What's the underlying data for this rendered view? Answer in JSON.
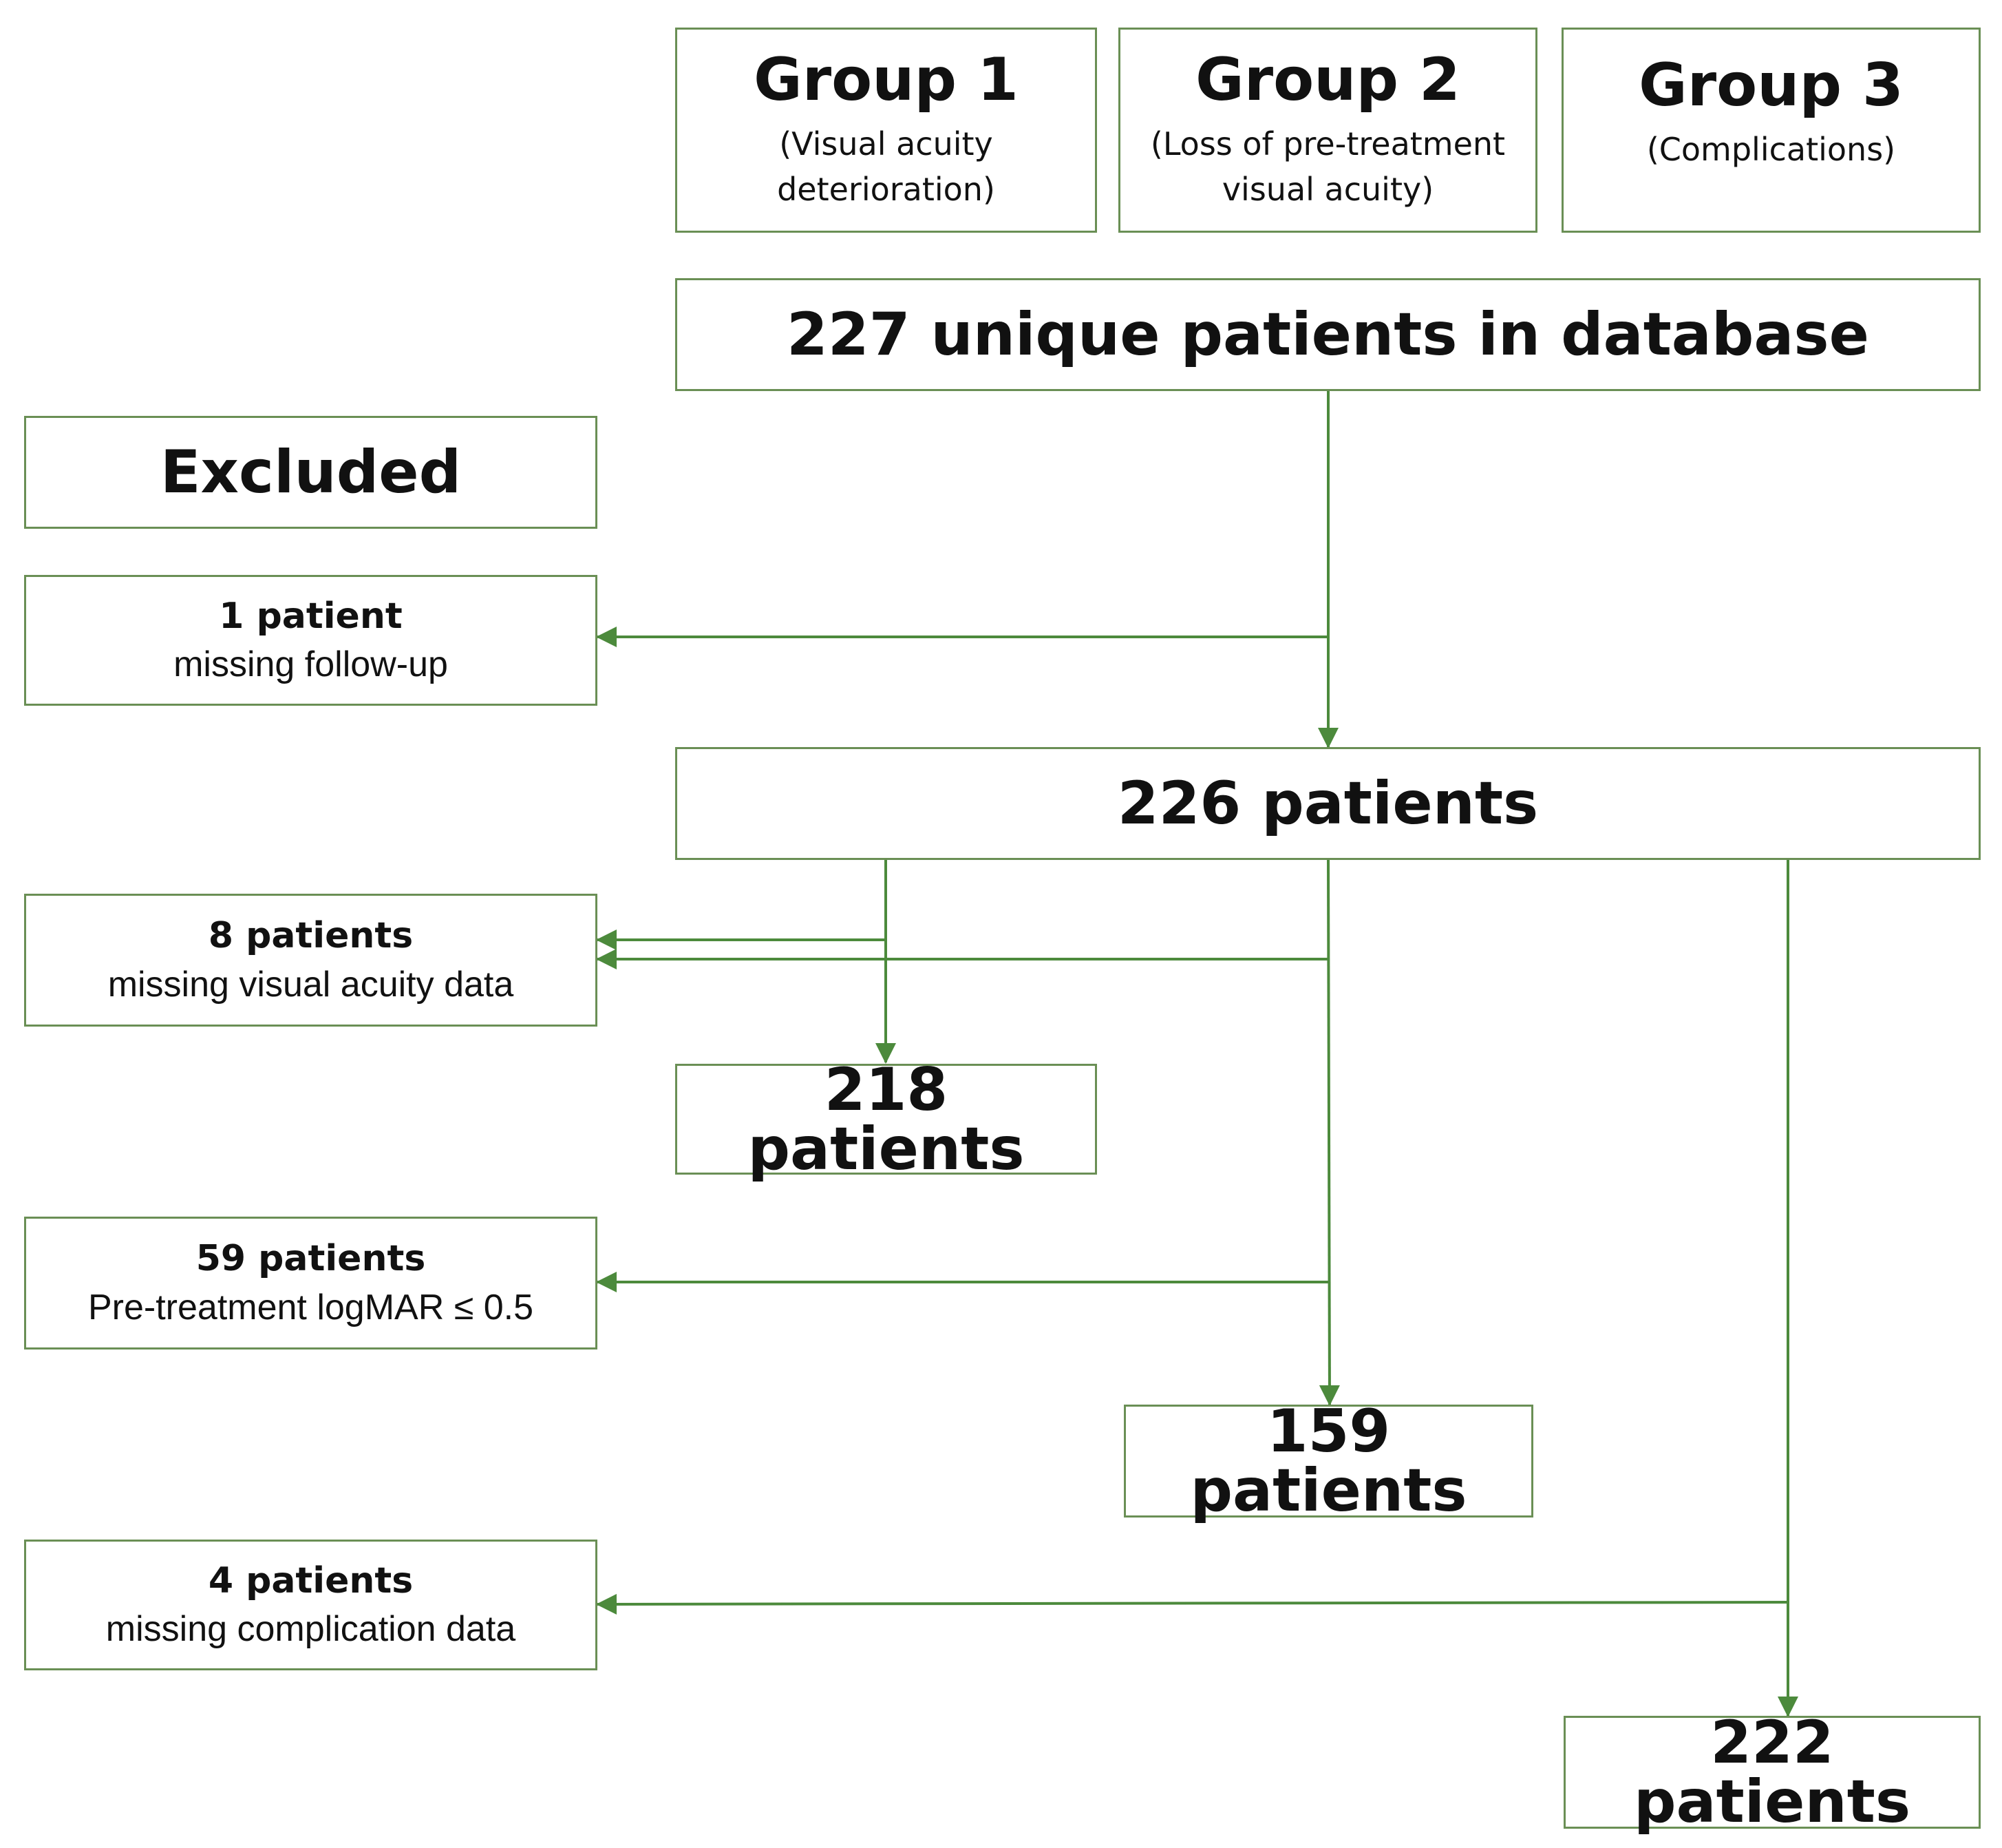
{
  "groups": [
    {
      "title": "Group 1",
      "subtitle": "(Visual acuity deterioration)"
    },
    {
      "title": "Group 2",
      "subtitle": "(Loss of pre-treatment visual acuity)"
    },
    {
      "title": "Group 3",
      "subtitle": "(Complications)"
    }
  ],
  "nodes": {
    "start": "227 unique patients in database",
    "after_followup": "226 patients",
    "group1_final": "218 patients",
    "group2_final": "159 patients",
    "group3_final": "222 patients"
  },
  "excluded": {
    "title": "Excluded",
    "items": [
      {
        "count": "1 patient",
        "reason": "missing follow-up"
      },
      {
        "count": "8 patients",
        "reason": "missing visual acuity data"
      },
      {
        "count": "59 patients",
        "reason": "Pre-treatment logMAR ≤ 0.5"
      },
      {
        "count": "4 patients",
        "reason": "missing complication data"
      }
    ]
  },
  "colors": {
    "line": "#4c8a3c",
    "border": "#6a8f55"
  }
}
